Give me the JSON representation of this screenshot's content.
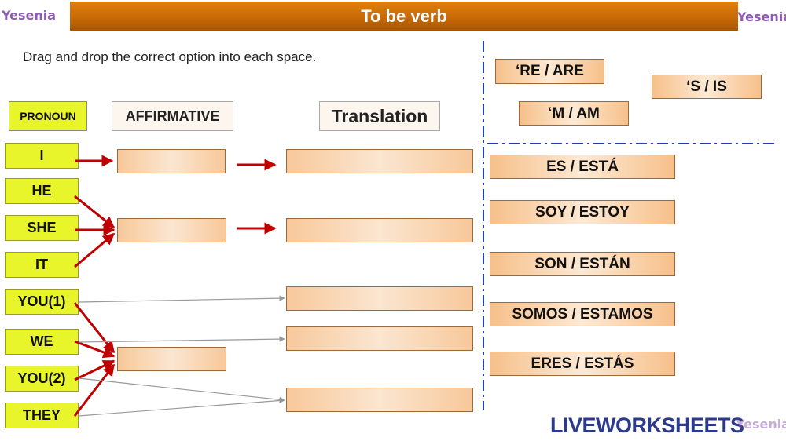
{
  "header": {
    "title": "To be verb",
    "logo_text": "Yesenia"
  },
  "instructions": "Drag and drop the correct option into each space.",
  "columns": {
    "pronoun": "PRONOUN",
    "affirmative": "AFFIRMATIVE",
    "translation": "Translation"
  },
  "pronouns": [
    "I",
    "HE",
    "SHE",
    "IT",
    "YOU(1)",
    "WE",
    "YOU(2)",
    "THEY"
  ],
  "options_top": [
    "‘RE / ARE",
    "‘S / IS",
    "‘M / AM"
  ],
  "options_bottom": [
    "ES / ESTÁ",
    "SOY / ESTOY",
    "SON / ESTÁN",
    "SOMOS / ESTAMOS",
    "ERES / ESTÁS"
  ],
  "footer": {
    "brand": "LIVEWORKSHEETS"
  },
  "colors": {
    "title_bar": "#c86a05",
    "pronoun_bg": "#e8f52b",
    "box_fill": "#f7c89a",
    "arrow_red": "#c00000",
    "divider_blue": "#1f3fb5"
  }
}
